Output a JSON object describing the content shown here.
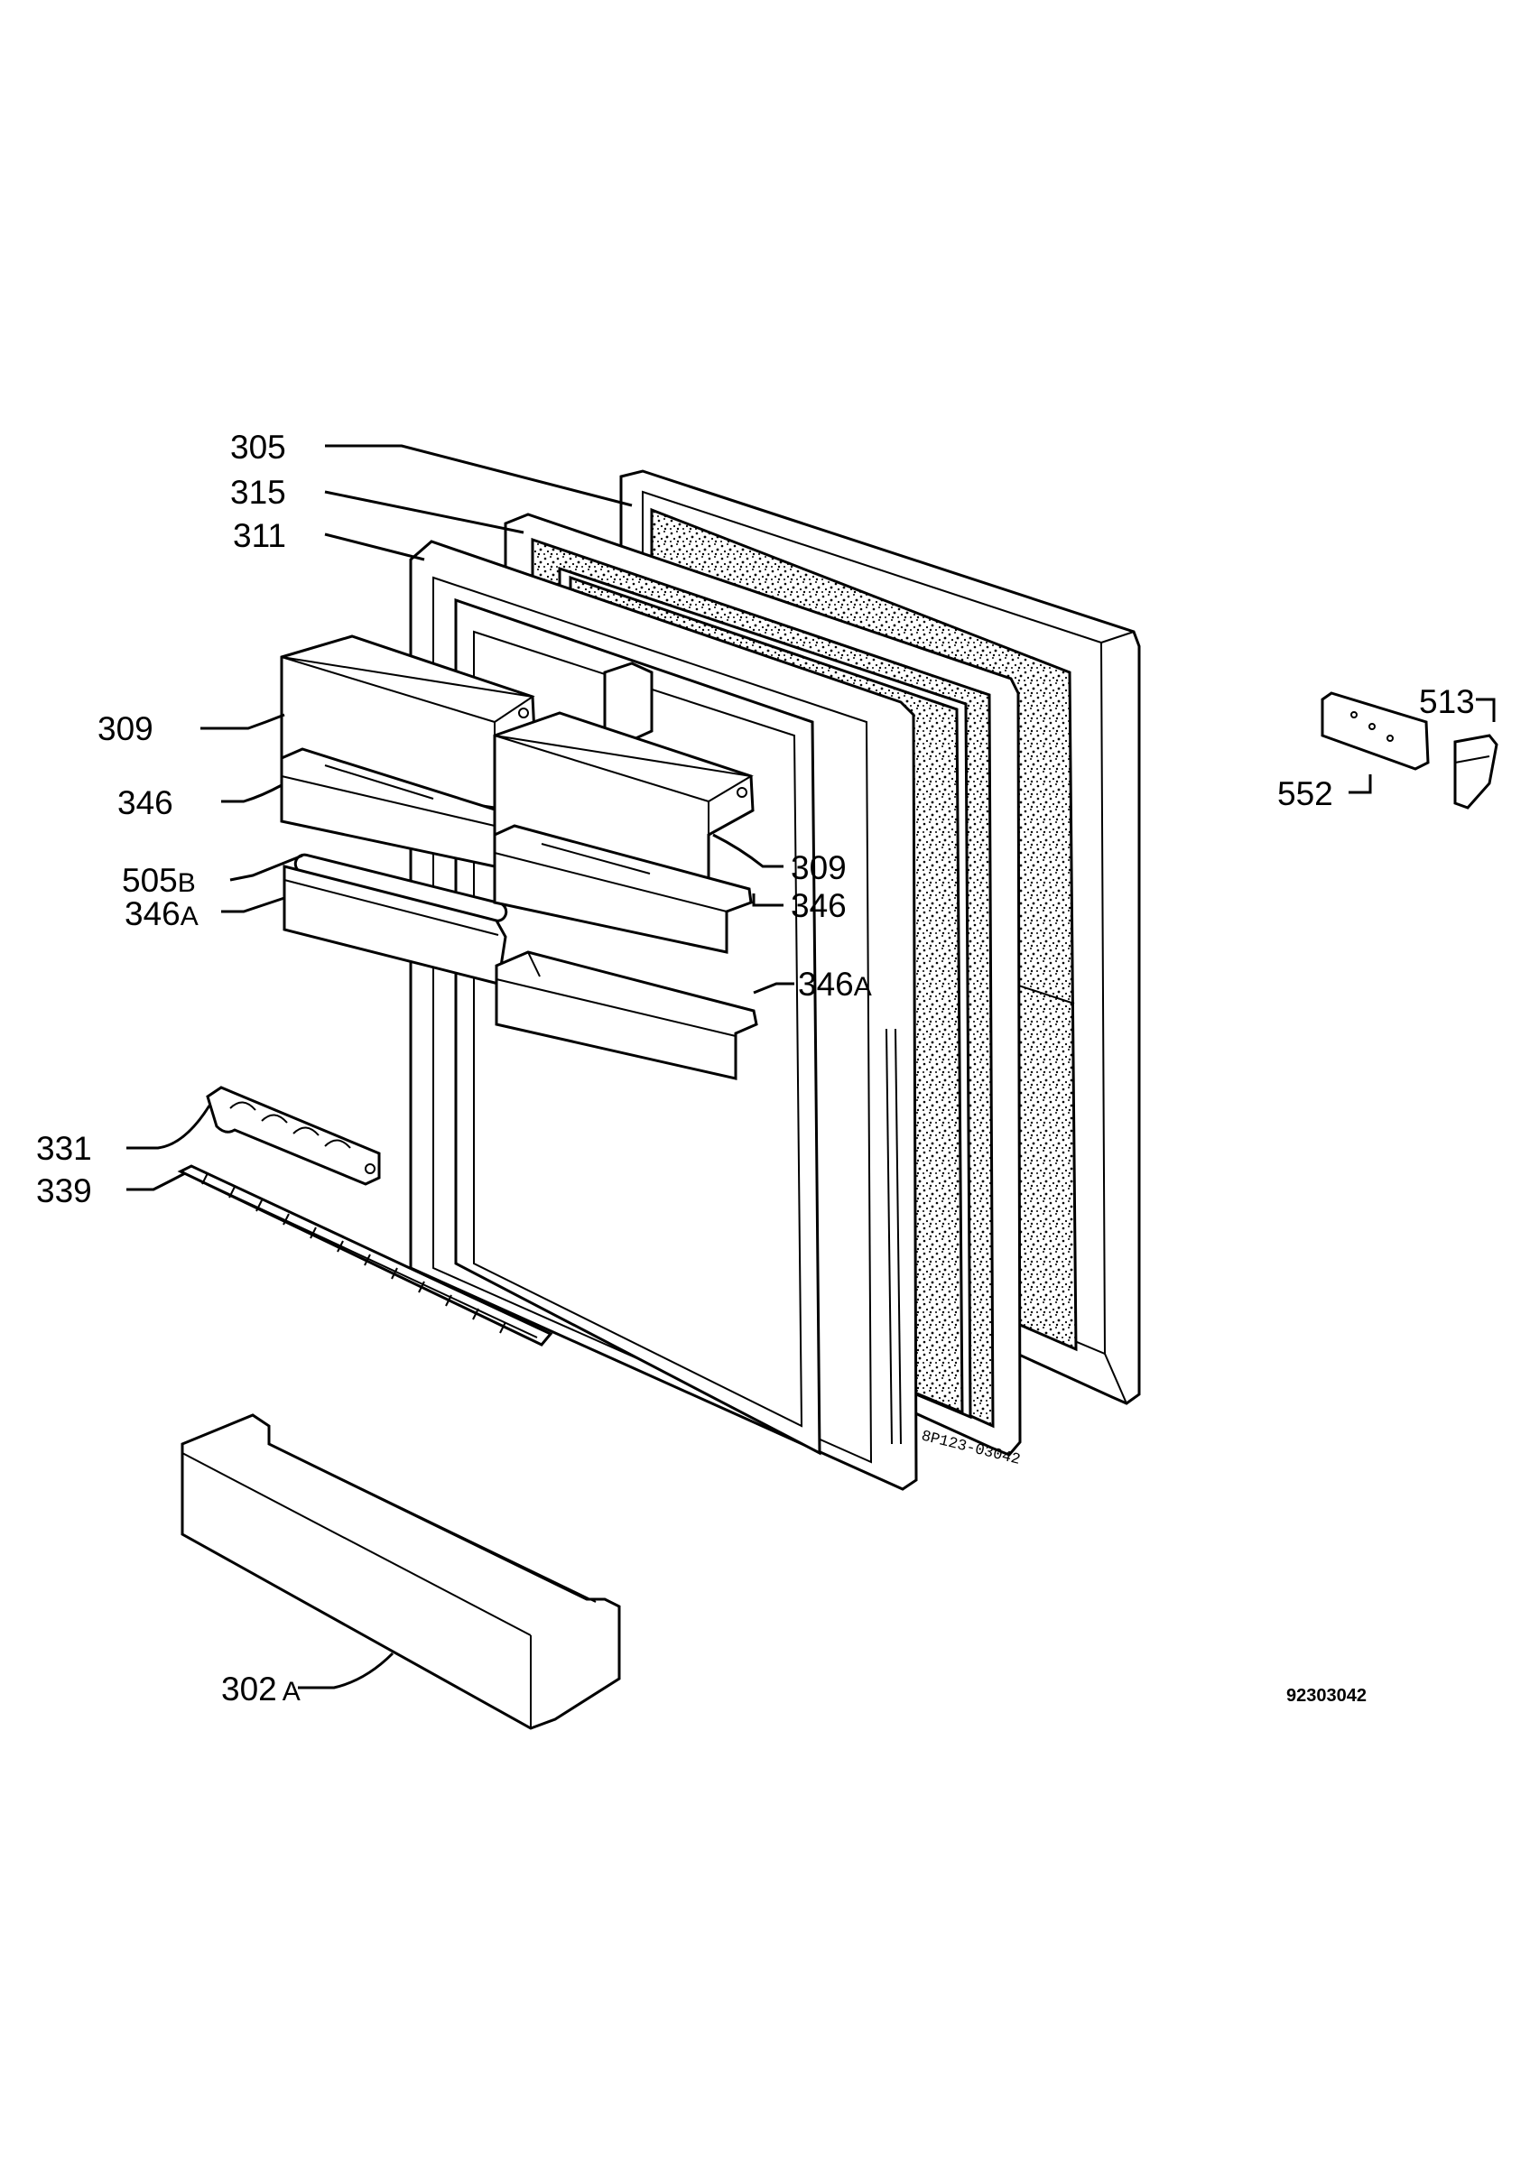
{
  "callouts": {
    "c305": "305",
    "c315": "315",
    "c311": "311",
    "c309a": "309",
    "c346a": "346",
    "c505b": "505",
    "c505b_suffix": "B",
    "c346A_left": "346",
    "c346A_left_suffix": "A",
    "c309b": "309",
    "c346b": "346",
    "c346A_right": "346",
    "c346A_right_suffix": "A",
    "c331": "331",
    "c339": "339",
    "c302a": "302",
    "c302a_suffix": "A",
    "c513": "513",
    "c552": "552"
  },
  "drawing_code": "92303042",
  "stamp_text": "8P123-03042"
}
